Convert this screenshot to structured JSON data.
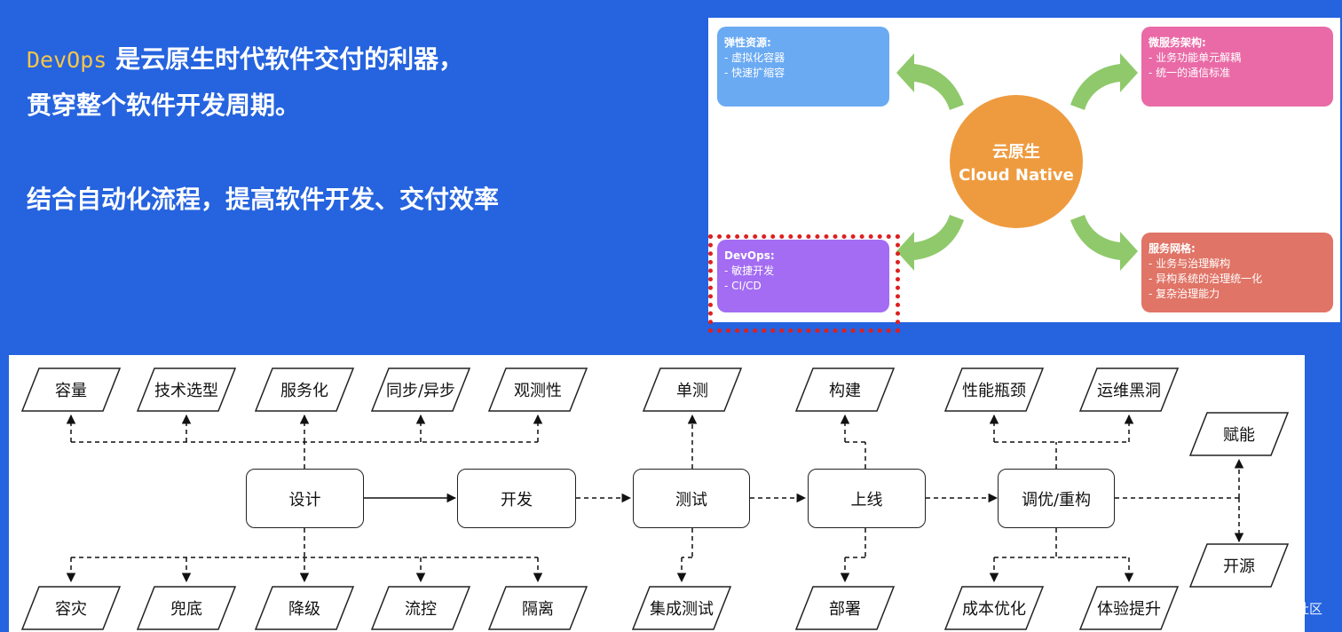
{
  "headline": {
    "brand": "DevOps",
    "line1_rest": "是云原生时代软件交付的利器，",
    "line2": "贯穿整个软件开发周期。",
    "line3": "结合自动化流程，提高软件开发、交付效率"
  },
  "cloud_native": {
    "center_zh": "云原生",
    "center_en": "Cloud Native",
    "cards": {
      "elastic": {
        "title": "弹性资源:",
        "items": [
          "- 虚拟化容器",
          "- 快速扩缩容"
        ]
      },
      "microservice": {
        "title": "微服务架构:",
        "items": [
          "- 业务功能单元解耦",
          "- 统一的通信标准"
        ]
      },
      "devops": {
        "title": "DevOps:",
        "items": [
          "- 敏捷开发",
          "- CI/CD"
        ]
      },
      "mesh": {
        "title": "服务网格:",
        "items": [
          "- 业务与治理解构",
          "- 异构系统的治理统一化",
          "- 复杂治理能力"
        ]
      }
    },
    "colors": {
      "elastic": "#6aaaf3",
      "microservice": "#e96aa6",
      "devops": "#a36cf2",
      "mesh": "#e07466",
      "center": "#ee9b3f",
      "arrow": "#8fc96b"
    }
  },
  "lifecycle": {
    "stages": {
      "design": "设计",
      "develop": "开发",
      "test": "测试",
      "launch": "上线",
      "tune": "调优/重构"
    },
    "top": {
      "capacity": "容量",
      "tech_selection": "技术选型",
      "servitization": "服务化",
      "sync_async": "同步/异步",
      "observability": "观测性",
      "unit_test": "单测",
      "build": "构建",
      "perf_bottleneck": "性能瓶颈",
      "ops_blackhole": "运维黑洞",
      "empower": "赋能"
    },
    "bottom": {
      "disaster": "容灾",
      "fallback": "兜底",
      "degrade": "降级",
      "flow_control": "流控",
      "isolation": "隔离",
      "integration_test": "集成测试",
      "deploy": "部署",
      "cost_opt": "成本优化",
      "ux_improve": "体验提升",
      "open_source": "开源"
    }
  },
  "watermark": "@稀土掘金技术社区"
}
